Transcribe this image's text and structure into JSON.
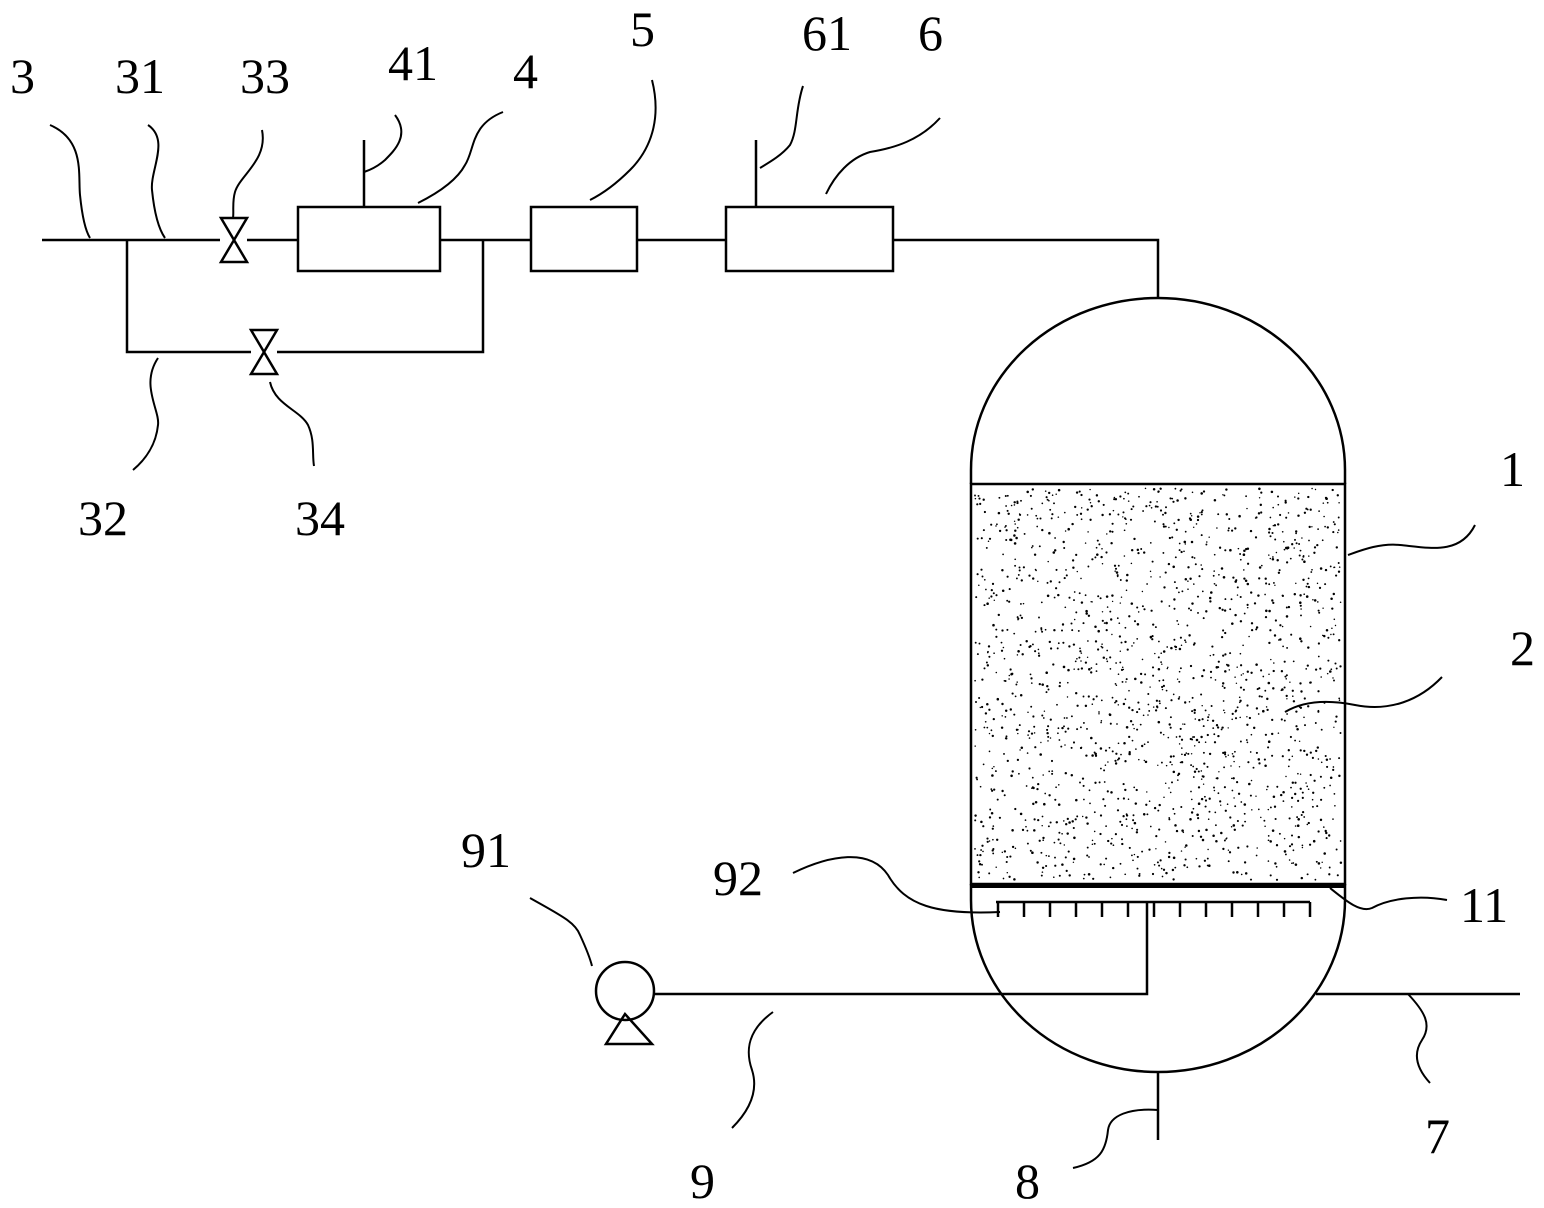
{
  "labels": {
    "reactor_vessel": "1",
    "packing": "2",
    "inlet_pipe": "3",
    "main_branch": "31",
    "bypass_branch": "32",
    "main_valve": "33",
    "bypass_valve": "34",
    "device_4": "4",
    "device_4_port": "41",
    "device_5": "5",
    "device_6": "6",
    "device_6_port": "61",
    "outlet_pipe": "7",
    "drain_pipe": "8",
    "circulation_pipe": "9",
    "circulation_pump": "91",
    "distributor": "92",
    "support_plate": "11"
  },
  "colors": {
    "line": "#000000",
    "background": "#ffffff"
  }
}
